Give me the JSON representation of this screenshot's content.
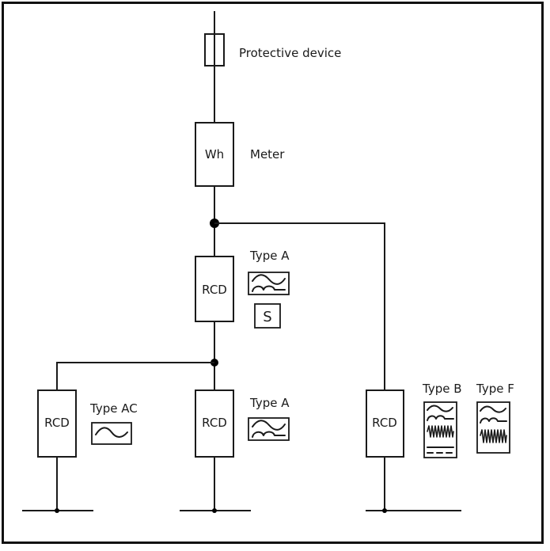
{
  "diagram": {
    "title": "RCD installation schematic",
    "labels": {
      "protective_device": "Protective device",
      "meter_symbol": "Wh",
      "meter": "Meter",
      "rcd": "RCD",
      "main_rcd_type": "Type A",
      "selective_marker": "S",
      "left_rcd_type": "Type AC",
      "middle_rcd_type": "Type A",
      "right_rcd_type_b": "Type B",
      "right_rcd_type_f": "Type F"
    },
    "symbols": {
      "type_ac": [
        "sine-wave"
      ],
      "type_a": [
        "sine-wave",
        "pulsating-dc"
      ],
      "type_b": [
        "sine-wave",
        "pulsating-dc",
        "high-frequency",
        "smooth-dc"
      ],
      "type_f": [
        "sine-wave",
        "pulsating-dc",
        "high-frequency"
      ]
    },
    "colors": {
      "line": "#1a1a1a",
      "background": "#ffffff",
      "frame": "#111111"
    }
  }
}
